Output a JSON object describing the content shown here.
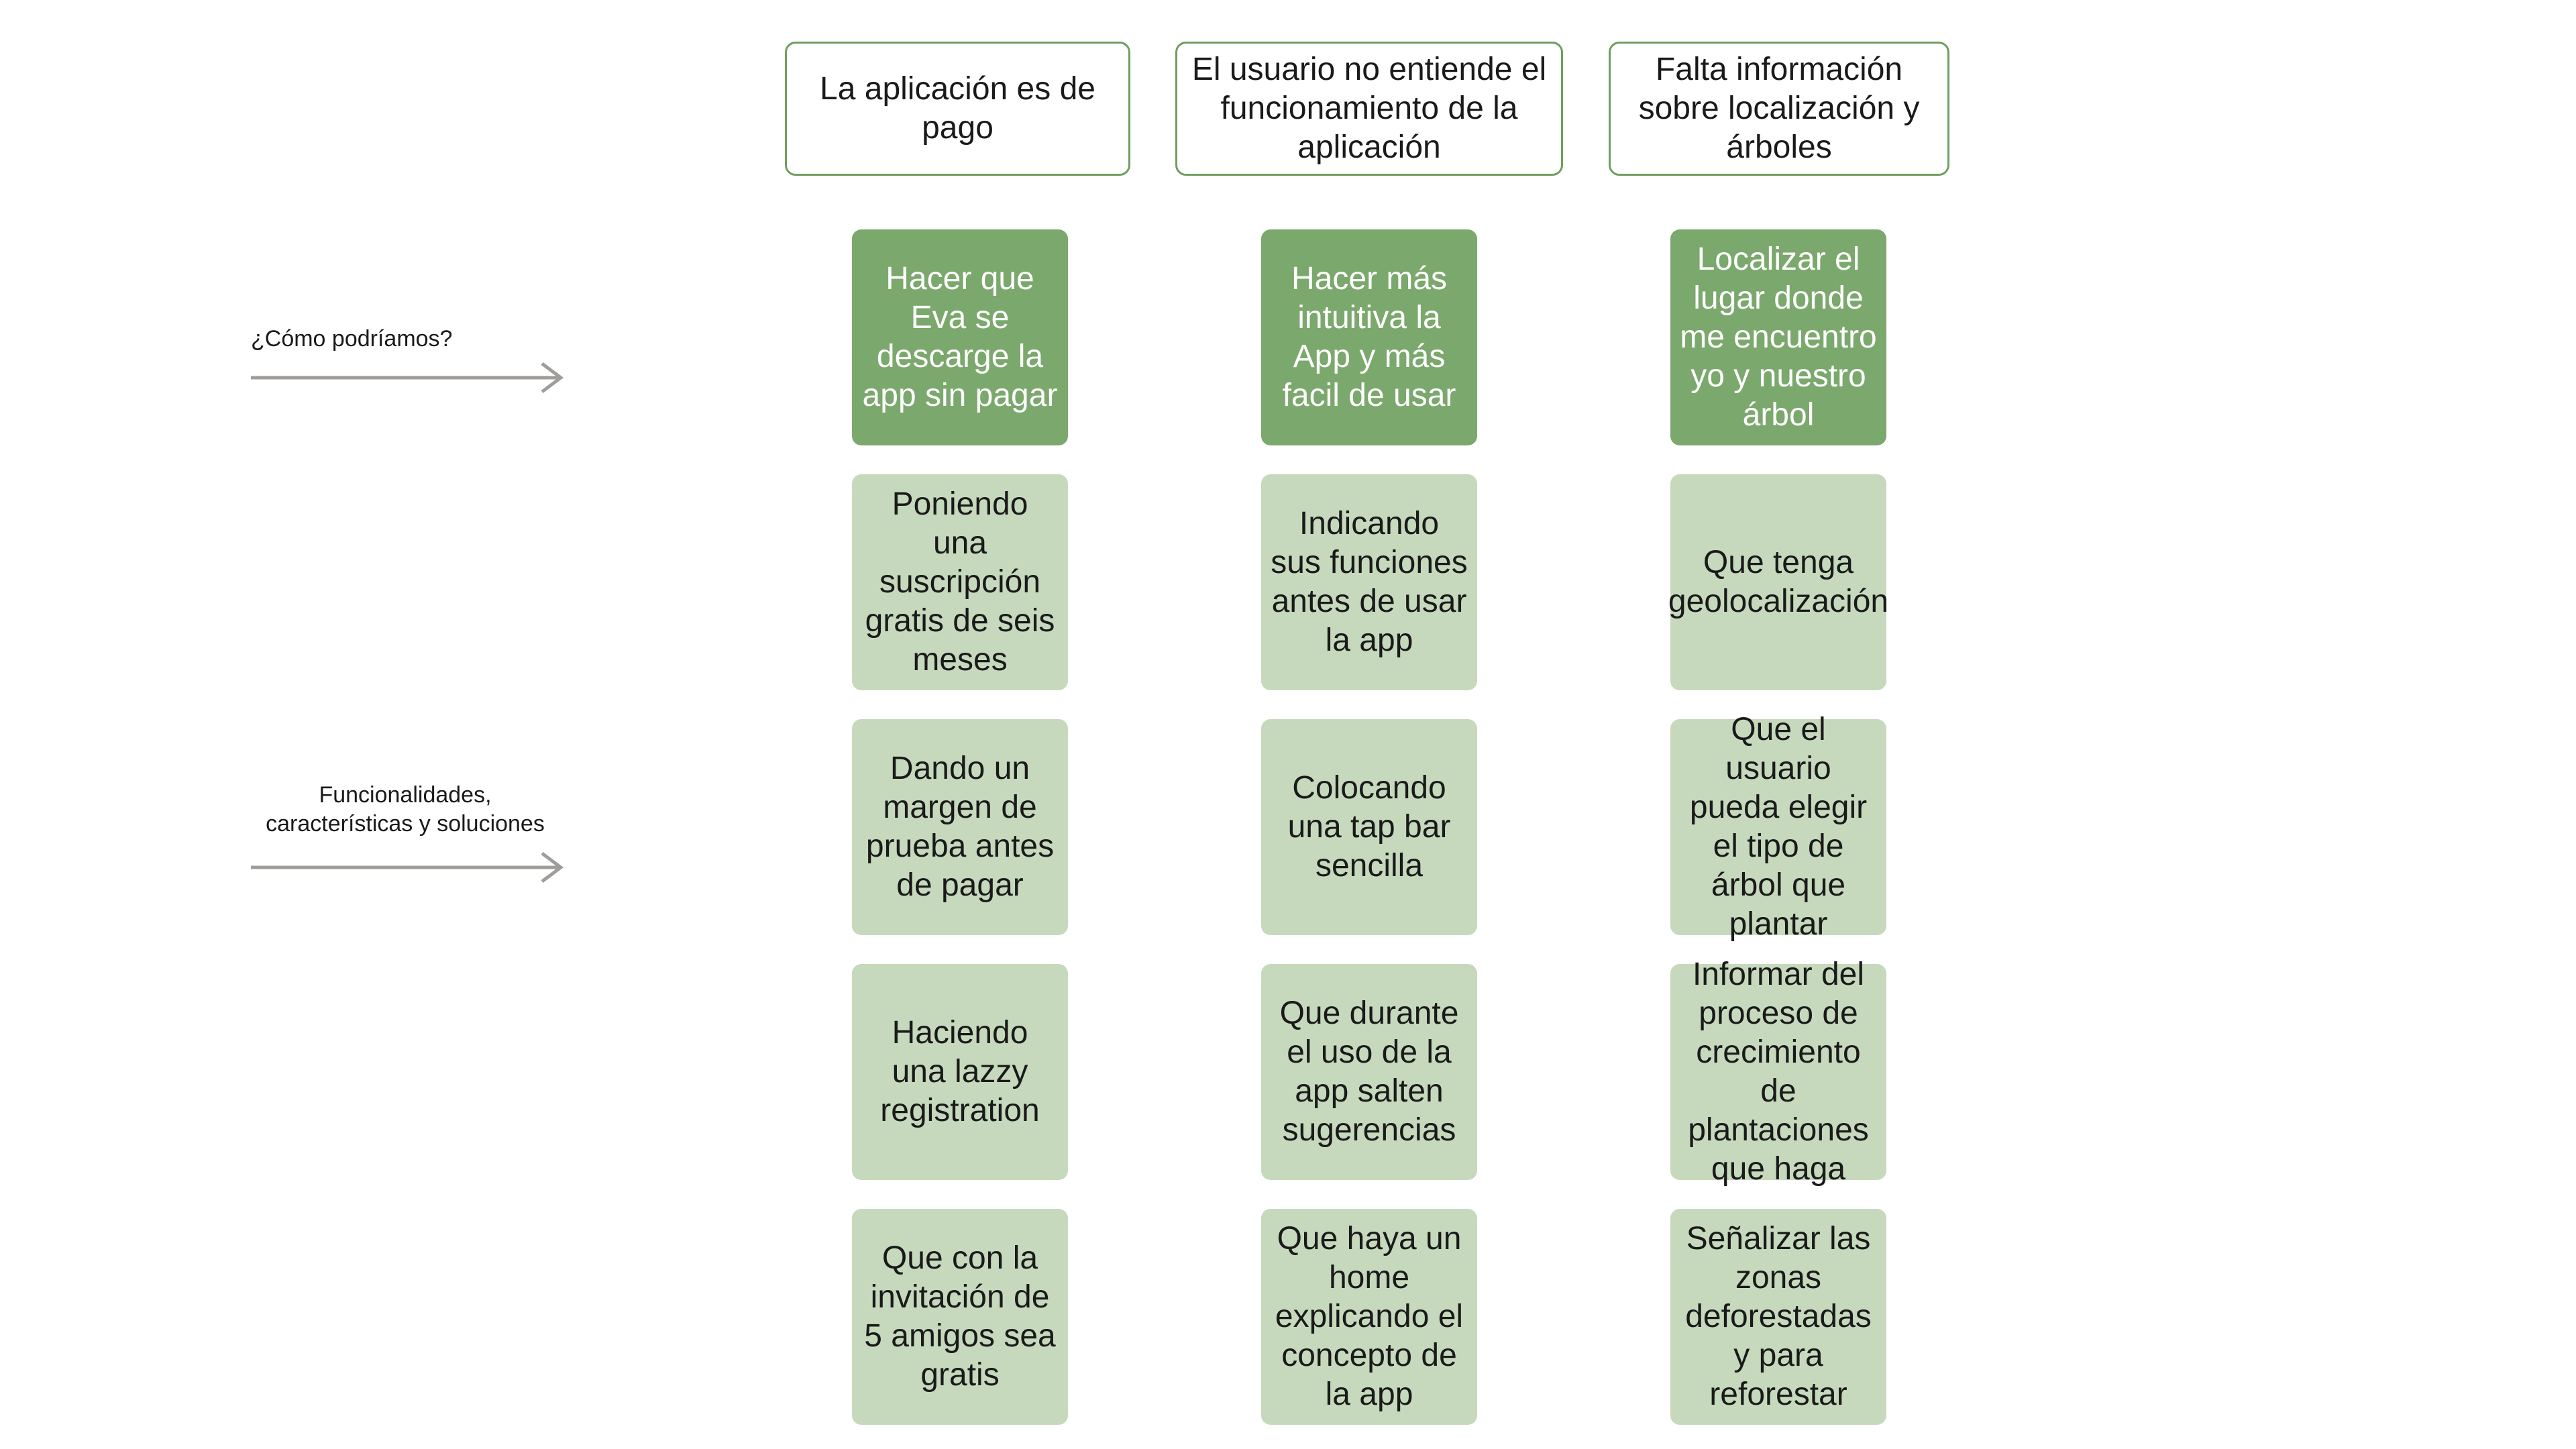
{
  "colors": {
    "header_border": "#6f9e5f",
    "hmw_note": "#7ba86c",
    "idea_note": "#c6d9bd",
    "arrow": "#a09c9a"
  },
  "side": {
    "hmw_label": "¿Cómo podríamos?",
    "features_label": "Funcionalidades, características y soluciones"
  },
  "columns": [
    {
      "problem": "La aplicación es de pago",
      "hmw": "Hacer que Eva se descarge la app sin pagar",
      "ideas": [
        "Poniendo una suscripción gratis de seis meses",
        "Dando un margen de prueba antes de pagar",
        "Haciendo una lazzy registration",
        "Que con la invitación de 5 amigos sea gratis"
      ]
    },
    {
      "problem": "El usuario no entiende el funcionamiento de la aplicación",
      "hmw": "Hacer más intuitiva la App y más facil de usar",
      "ideas": [
        "Indicando sus funciones antes de usar la app",
        "Colocando una tap bar sencilla",
        "Que durante el uso de la app salten sugerencias",
        "Que haya un home explicando el concepto de la app"
      ]
    },
    {
      "problem": "Falta información sobre localización y árboles",
      "hmw": "Localizar el lugar donde me encuentro yo y nuestro árbol",
      "ideas": [
        "Que tenga geolocalización",
        "Que el usuario pueda elegir el tipo de árbol que plantar",
        "Informar del proceso de crecimiento de plantaciones que haga",
        "Señalizar las zonas deforestadas y para reforestar"
      ]
    }
  ]
}
